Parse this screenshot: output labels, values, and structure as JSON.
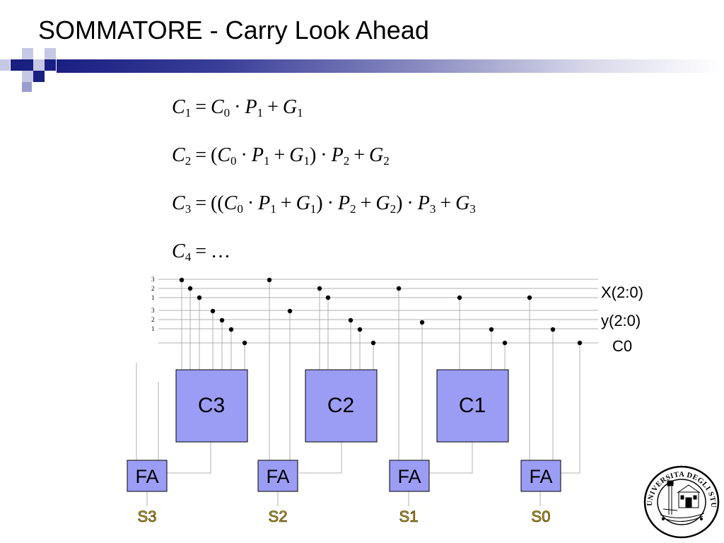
{
  "slide": {
    "title": "SOMMATORE - Carry Look Ahead"
  },
  "equations": {
    "c1": {
      "lhs": "C",
      "lhs_sub": "1",
      "rhs": [
        [
          "C",
          "0"
        ],
        [
          "·",
          ""
        ],
        [
          "P",
          "1"
        ],
        [
          "+",
          ""
        ],
        [
          "G",
          "1"
        ]
      ]
    },
    "c2_text": "C2 = (C0 · P1 + G1) · P2 + G2",
    "c3_text": "C3 = ((C0 · P1 + G1) · P2 + G2) · P3 + G3",
    "c4_text": "C4 = …"
  },
  "diagram": {
    "bus_labels": {
      "x": "X(2:0)",
      "y": "y(2:0)",
      "c0": "C0"
    },
    "bit_labels": [
      "3",
      "2",
      "1",
      "3",
      "2",
      "1"
    ],
    "carry_blocks": [
      "C3",
      "C2",
      "C1"
    ],
    "adder_blocks": [
      "FA",
      "FA",
      "FA",
      "FA"
    ],
    "outputs": [
      "S3",
      "S2",
      "S1",
      "S0"
    ],
    "colors": {
      "block_fill": "#9b9df5",
      "output_text": "#d4a800",
      "title_bar": "#1a1f82"
    }
  },
  "logo": {
    "name": "seal-icon",
    "lettering": "UNIVERSITA DEGLI STUDI DI TRIESTE"
  }
}
